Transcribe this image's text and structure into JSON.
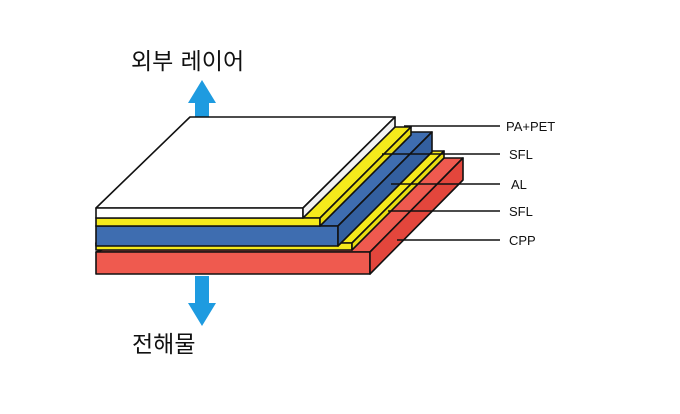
{
  "top_label": "외부 레이어",
  "bottom_label": "전해물",
  "layers": [
    {
      "name": "PA+PET",
      "color": "#ffffff"
    },
    {
      "name": "SFL",
      "color": "#f5ea1c"
    },
    {
      "name": "AL",
      "color": "#3e6db0"
    },
    {
      "name": "SFL",
      "color": "#f5ea1c"
    },
    {
      "name": "CPP",
      "color": "#ef5a4f"
    }
  ],
  "arrow_color": "#1e9be0"
}
